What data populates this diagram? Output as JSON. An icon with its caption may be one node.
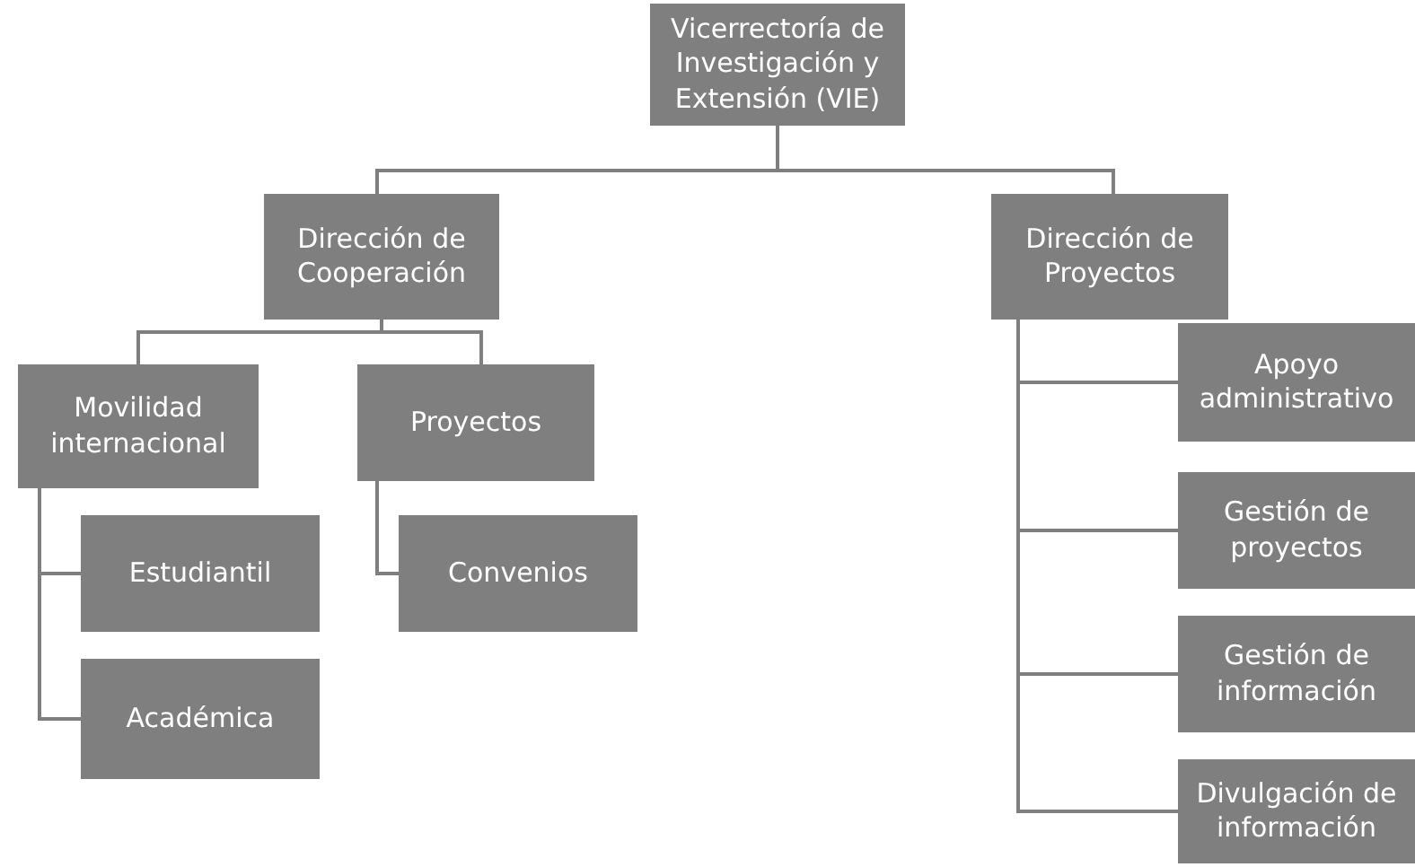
{
  "diagram": {
    "nodes": [
      {
        "text": [
          "Vicerrectoría de Investigación y Extensión (VIE)"
        ]
      },
      {
        "text": [
          "Dirección de Cooperación"
        ]
      },
      {
        "text": [
          "Dirección de Proyectos"
        ]
      },
      {
        "text": [
          "Movilidad internacional"
        ]
      },
      {
        "text": [
          "Proyectos"
        ]
      },
      {
        "text": [
          "Estudiantil"
        ]
      },
      {
        "text": [
          "Académica"
        ]
      },
      {
        "text": [
          "Convenios"
        ]
      },
      {
        "text": [
          "Apoyo administrativo"
        ]
      },
      {
        "text": [
          "Gestión de proyectos"
        ]
      },
      {
        "text": [
          "Gestión de información"
        ]
      },
      {
        "text": [
          "Divulgación de información"
        ]
      }
    ],
    "edges": [
      {
        "from": 0,
        "to": 1,
        "arrow": "none"
      },
      {
        "from": 0,
        "to": 2,
        "arrow": "none"
      },
      {
        "from": 1,
        "to": 3,
        "arrow": "none"
      },
      {
        "from": 1,
        "to": 4,
        "arrow": "none"
      },
      {
        "from": 3,
        "to": 5,
        "arrow": "none"
      },
      {
        "from": 3,
        "to": 6,
        "arrow": "none"
      },
      {
        "from": 4,
        "to": 7,
        "arrow": "none"
      },
      {
        "from": 2,
        "to": 8,
        "arrow": "none"
      },
      {
        "from": 2,
        "to": 9,
        "arrow": "none"
      },
      {
        "from": 2,
        "to": 10,
        "arrow": "none"
      },
      {
        "from": 2,
        "to": 11,
        "arrow": "none"
      }
    ]
  }
}
